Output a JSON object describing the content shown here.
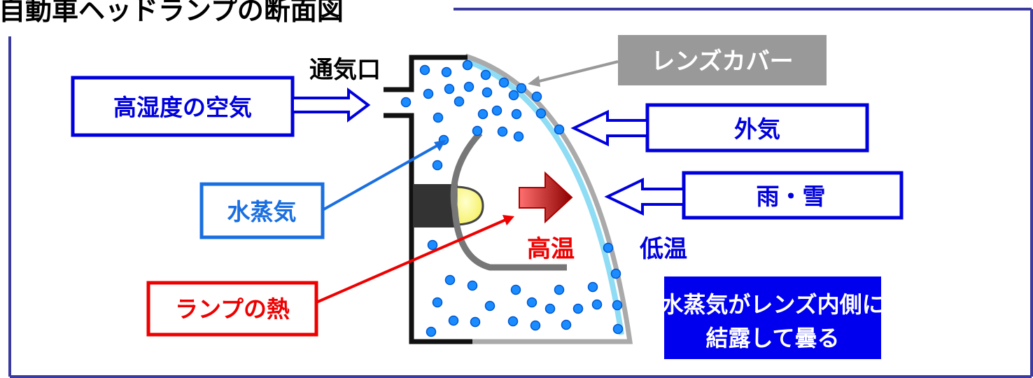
{
  "title": "自動車ヘッドランプの断面図",
  "labels": {
    "vent": "通気口",
    "humid_air": "高湿度の空気",
    "lens_cover": "レンズカバー",
    "outside_air": "外気",
    "rain_snow": "雨・雪",
    "water_vapor": "水蒸気",
    "high_temp": "高温",
    "low_temp": "低温",
    "lamp_heat": "ランプの熱",
    "conclusion_line1": "水蒸気がレンズ内側に",
    "conclusion_line2": "結露して曇る"
  },
  "colors": {
    "frame": "#3a3aa0",
    "blue_box": "#0000dd",
    "light_blue_box": "#1a6fe0",
    "red": "#ee0000",
    "gray": "#999999",
    "droplet": "#1a8cff",
    "lens_inner": "#8fdcf5",
    "conclusion_bg": "#0000ee",
    "arrow_red": "#dd1111",
    "bulb": "#ffff66"
  }
}
